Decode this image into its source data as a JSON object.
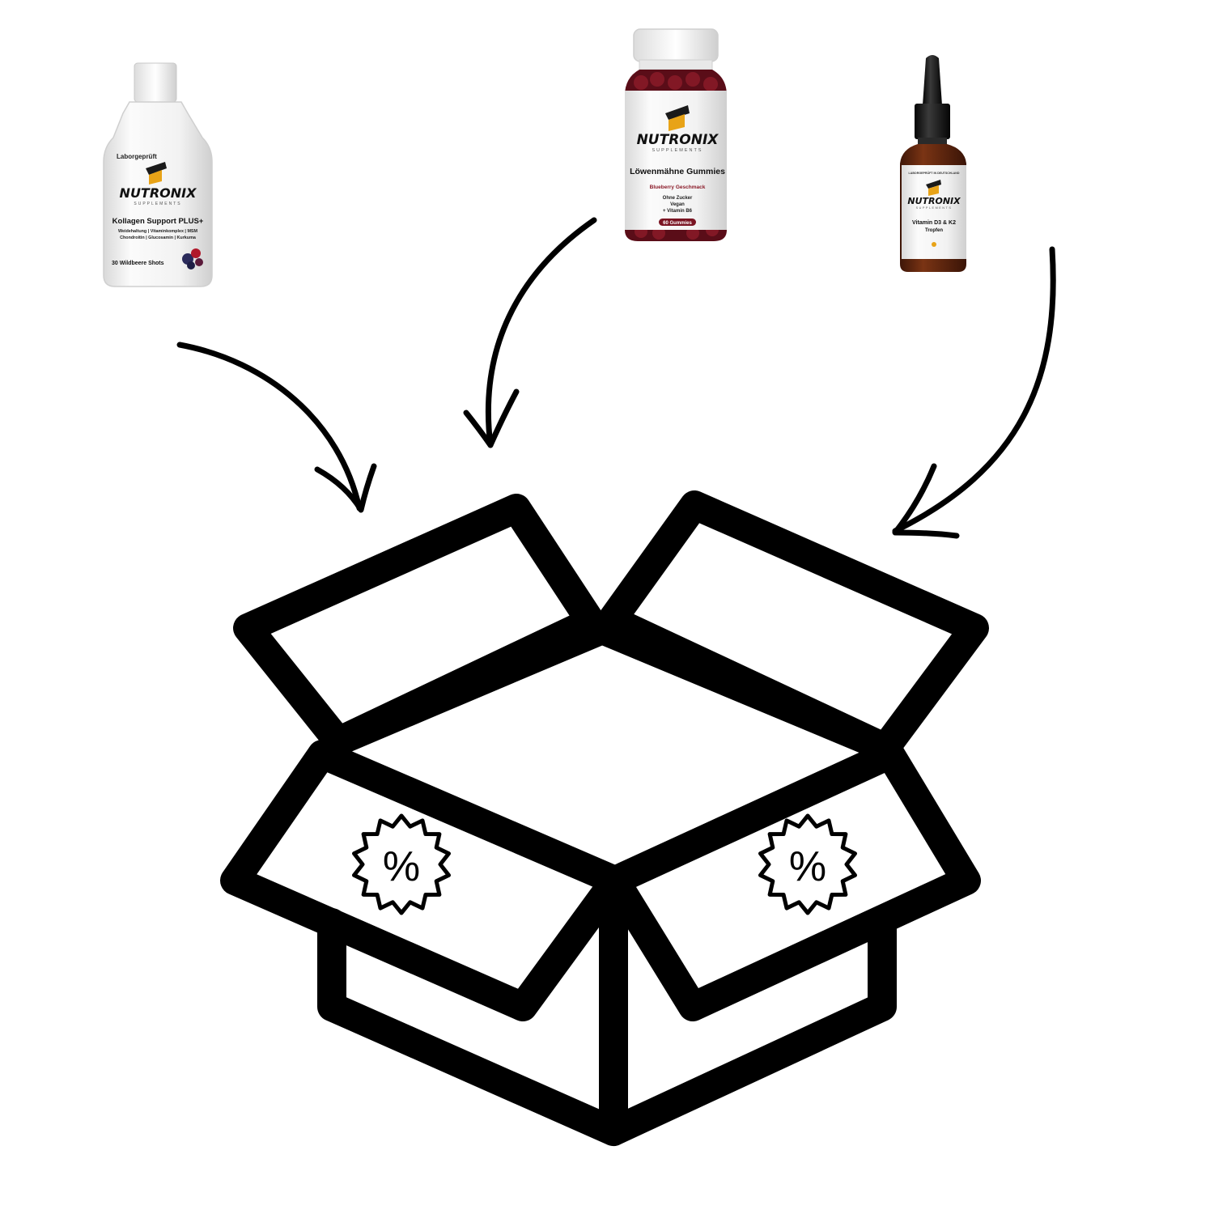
{
  "colors": {
    "ink": "#000000",
    "background": "#ffffff",
    "accent_gold": "#e8a317",
    "berry_red": "#7a1422",
    "amber_glass": "#6b2a12"
  },
  "products": [
    {
      "name": "Kollagen Support PLUS+",
      "brand": "NUTRONIX",
      "brand_sub": "SUPPLEMENTS",
      "badge": "Laborgeprüft",
      "subline1": "Weidehaltung | Vitaminkomplex | MSM",
      "subline2": "Chondroitin | Glucosamin | Kurkuma",
      "footer": "30 Wildbeere Shots",
      "icon": "bottle-icon"
    },
    {
      "name": "Löwenmähne Gummies",
      "brand": "NUTRONIX",
      "brand_sub": "SUPPLEMENTS",
      "flavor": "Blueberry Geschmack",
      "features": [
        "Ohne Zucker",
        "Vegan",
        "+ Vitamin B6"
      ],
      "count": "60 Gummies",
      "icon": "jar-icon"
    },
    {
      "name": "Vitamin D3 & K2",
      "name2": "Tropfen",
      "brand": "NUTRONIX",
      "brand_sub": "SUPPLEMENTS",
      "badge": "LABORGEPRÜFT IN DEUTSCHLAND",
      "icon": "dropper-bottle-icon"
    }
  ],
  "box": {
    "left_badge": "%",
    "right_badge": "%",
    "icon": "open-box-icon"
  }
}
